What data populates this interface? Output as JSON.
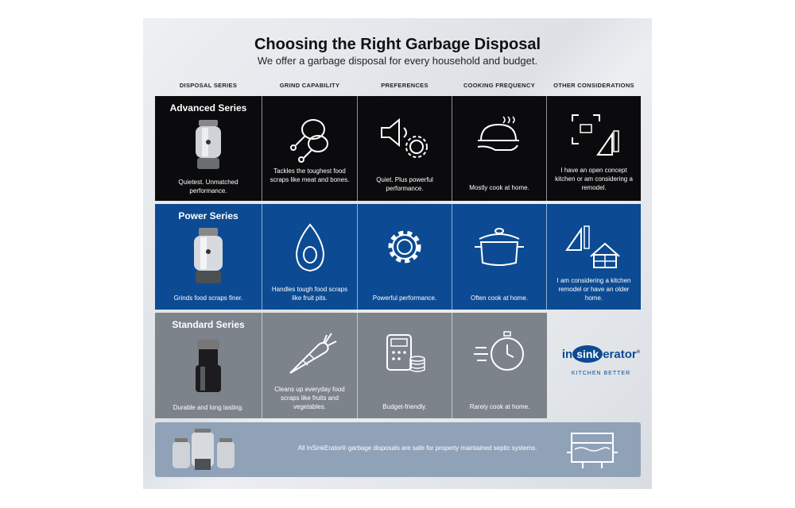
{
  "title": "Choosing the Right Garbage Disposal",
  "subtitle": "We offer a garbage disposal for every household and budget.",
  "headers": [
    "DISPOSAL SERIES",
    "GRIND CAPABILITY",
    "PREFERENCES",
    "COOKING FREQUENCY",
    "OTHER CONSIDERATIONS"
  ],
  "rows": [
    {
      "series": "Advanced Series",
      "series_caption": "Quietest. Unmatched performance.",
      "grind": "Tackles the toughest food scraps like meat and bones.",
      "preference": "Quiet. Plus powerful performance.",
      "cooking": "Mostly cook at home.",
      "other": "I have an open concept kitchen or am considering a remodel.",
      "icons": [
        "disposal-icon",
        "drumstick-icon",
        "speaker-gear-icon",
        "serving-cloche-icon",
        "blueprint-ruler-icon"
      ]
    },
    {
      "series": "Power Series",
      "series_caption": "Grinds food scraps finer.",
      "grind": "Handles tough food scraps like fruit pits.",
      "preference": "Powerful performance.",
      "cooking": "Often cook at home.",
      "other": "I am considering a kitchen remodel or have an older home.",
      "icons": [
        "disposal-icon",
        "avocado-icon",
        "gear-icon",
        "cooking-pot-icon",
        "house-ruler-icon"
      ]
    },
    {
      "series": "Standard Series",
      "series_caption": "Durable and long lasting.",
      "grind": "Cleans up everyday food scraps like fruits and vegetables.",
      "preference": "Budget-friendly.",
      "cooking": "Rarely cook at home.",
      "icons": [
        "disposal-icon",
        "carrot-icon",
        "calculator-coins-icon",
        "stopwatch-icon"
      ]
    }
  ],
  "logo": {
    "pre": "in",
    "mid": "sink",
    "post": "erator",
    "mark": "®",
    "tagline": "KITCHEN BETTER"
  },
  "footer": {
    "text": "All InSinkErator® garbage disposals are safe for property maintained septic systems."
  },
  "colors": {
    "advanced": "#0b0b0d",
    "power": "#0c4b93",
    "standard": "#7d838b",
    "footer": "#90a2b8"
  }
}
